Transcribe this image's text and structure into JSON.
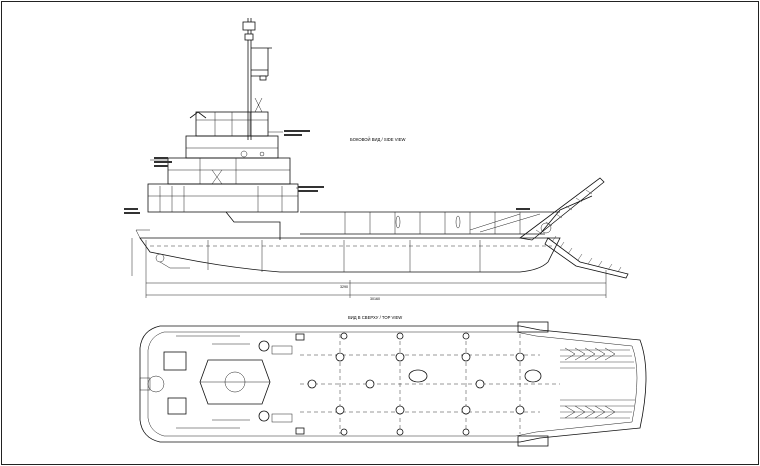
{
  "views": {
    "side_title": "БОКОВОЙ ВИД / SIDE VIEW",
    "top_title": "ВИД В СВЕРХУ / TOP VIEW"
  },
  "dimensions": {
    "overall_length": "30160",
    "mid": "3290"
  }
}
